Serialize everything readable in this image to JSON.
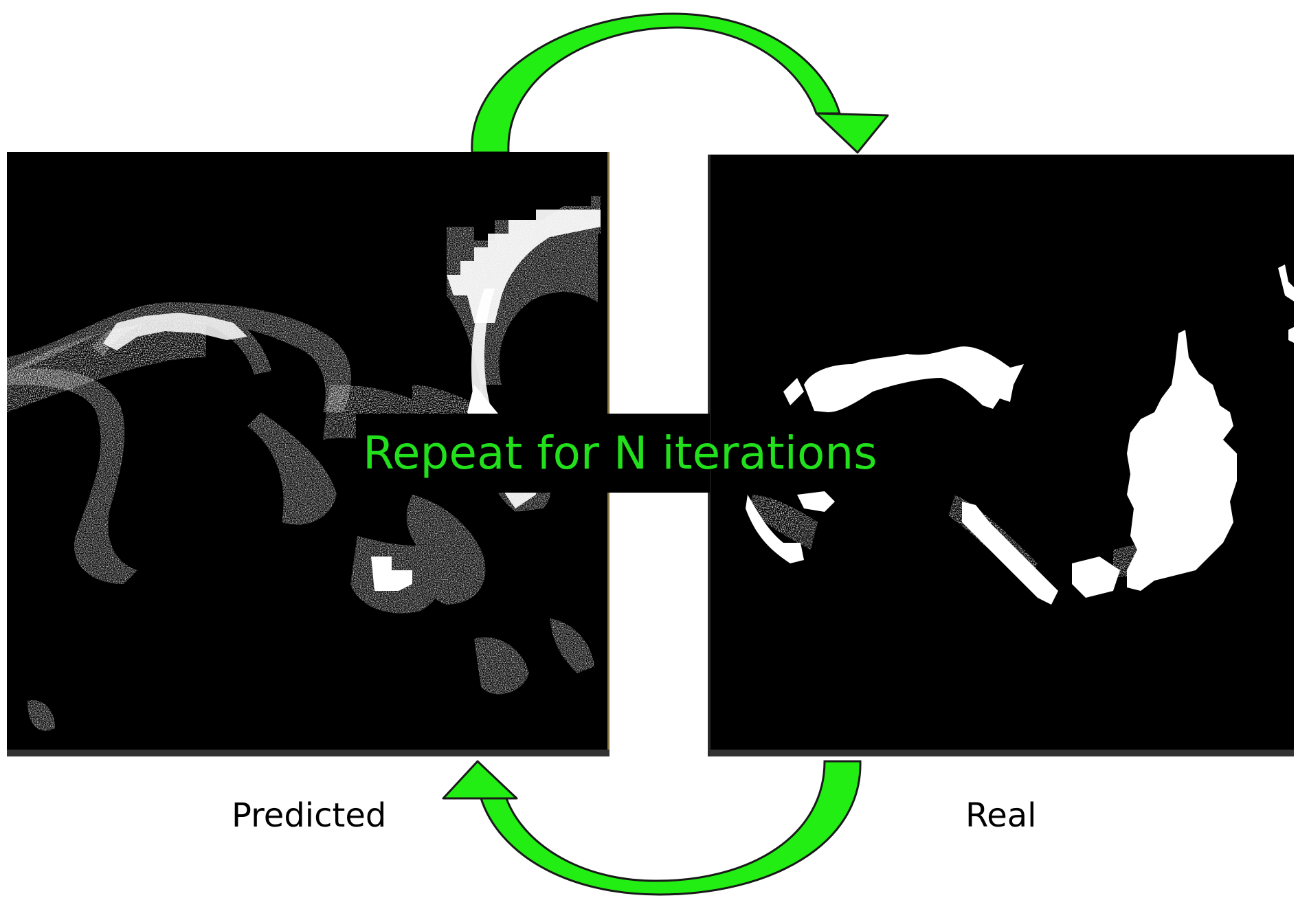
{
  "left_panel": {
    "caption": "Predicted",
    "fill": "#000000",
    "pixels": "#ffffff",
    "edge_color": "#8a7440"
  },
  "right_panel": {
    "caption": "Real",
    "fill": "#000000",
    "pixels": "#ffffff"
  },
  "loop_label": {
    "text": "Repeat for N iterations",
    "color": "#22e01c",
    "background": "#000000"
  },
  "arrows": {
    "fill": "#22ee14",
    "stroke": "#1a1a1a",
    "icons": [
      "curved-arrow-top-icon",
      "curved-arrow-bottom-icon"
    ]
  }
}
